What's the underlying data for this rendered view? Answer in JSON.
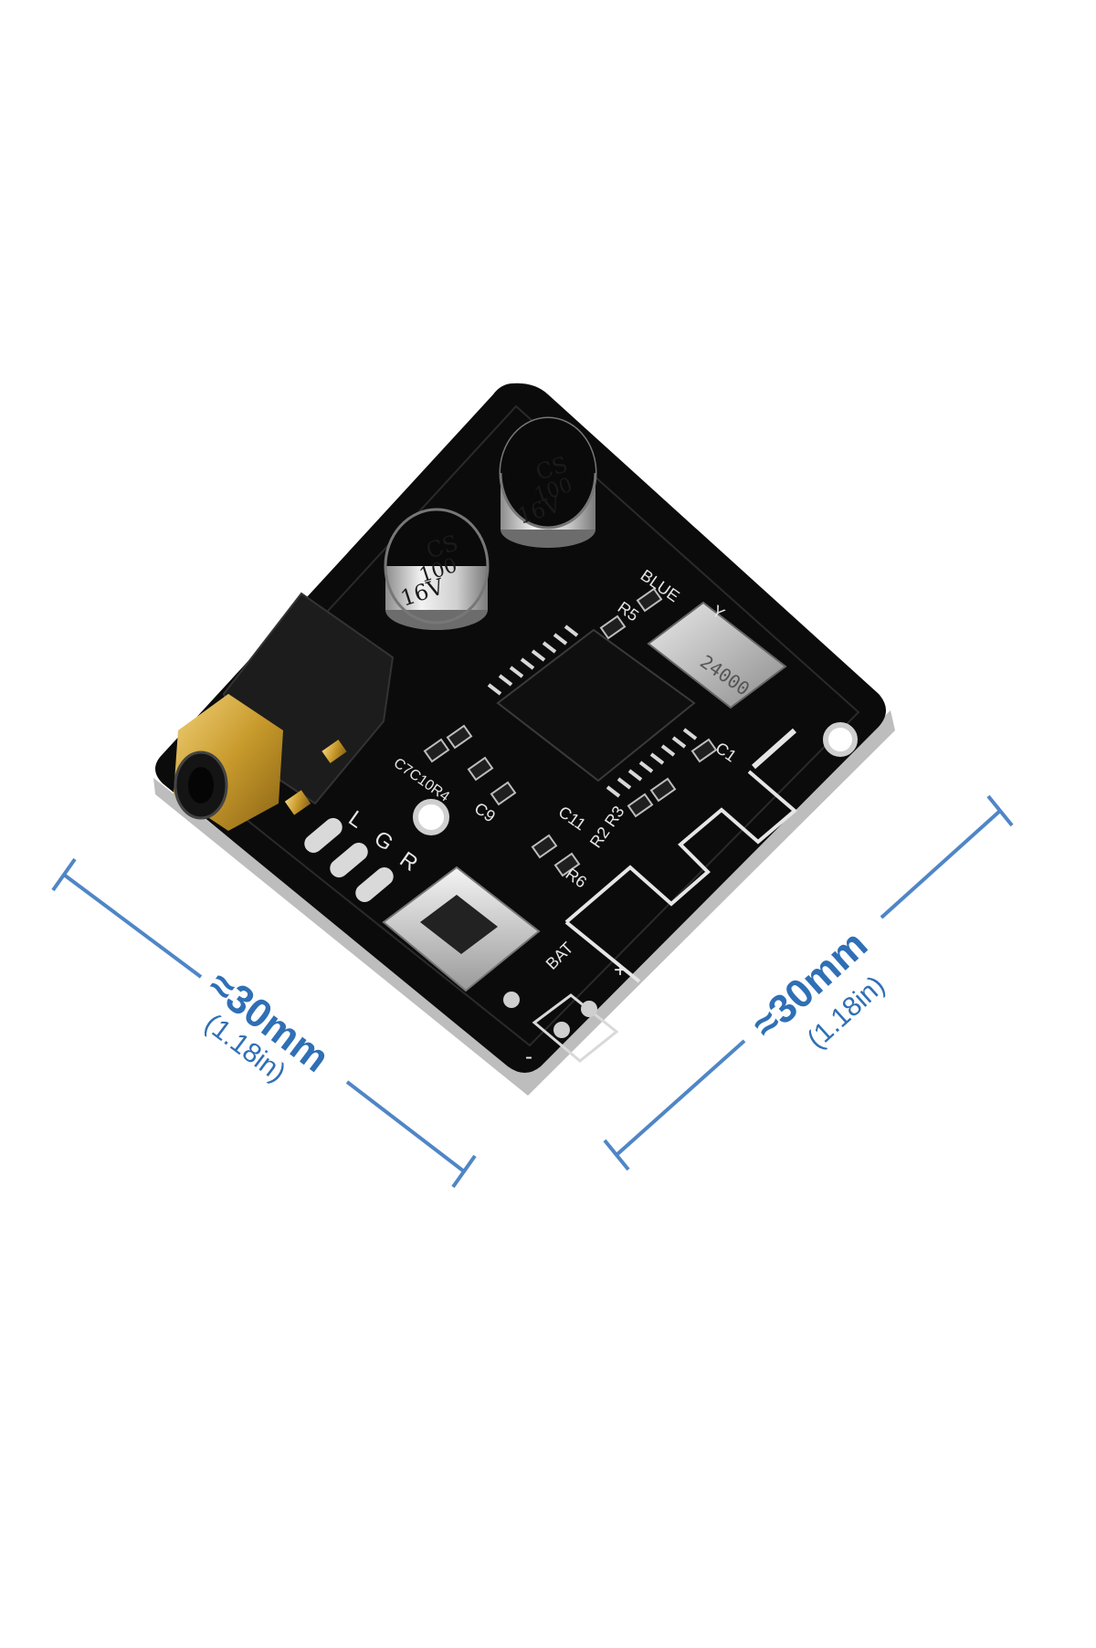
{
  "capacitors": [
    {
      "brand": "CS",
      "value": "100",
      "voltage": "16V"
    },
    {
      "brand": "CS",
      "value": "100",
      "voltage": "16V"
    }
  ],
  "silkscreen": {
    "led": "BLUE",
    "resistor_r5": "R5",
    "crystal_y": "Y",
    "cap_c1": "C1",
    "cap_c11": "C11",
    "cap_c9": "C9",
    "cap_group": "C7C10R4",
    "res_r6": "R6",
    "res_group": "R2 R3",
    "pin_l": "L",
    "pin_g": "G",
    "pin_r": "R",
    "bat": "BAT",
    "plus": "+",
    "minus": "-"
  },
  "crystal_marking": "24000",
  "dimensions": {
    "left": {
      "metric": "≈30mm",
      "imperial": "(1.18in)"
    },
    "right": {
      "metric": "≈30mm",
      "imperial": "(1.18in)"
    }
  },
  "colors": {
    "dimension_line": "#4f86c6",
    "dimension_text": "#2f6fb5",
    "pcb": "#0b0b0b",
    "silkscreen": "#e6e6e6",
    "pcb_edge": "#bdbdbd",
    "jack_gold": "#c89a2c"
  }
}
